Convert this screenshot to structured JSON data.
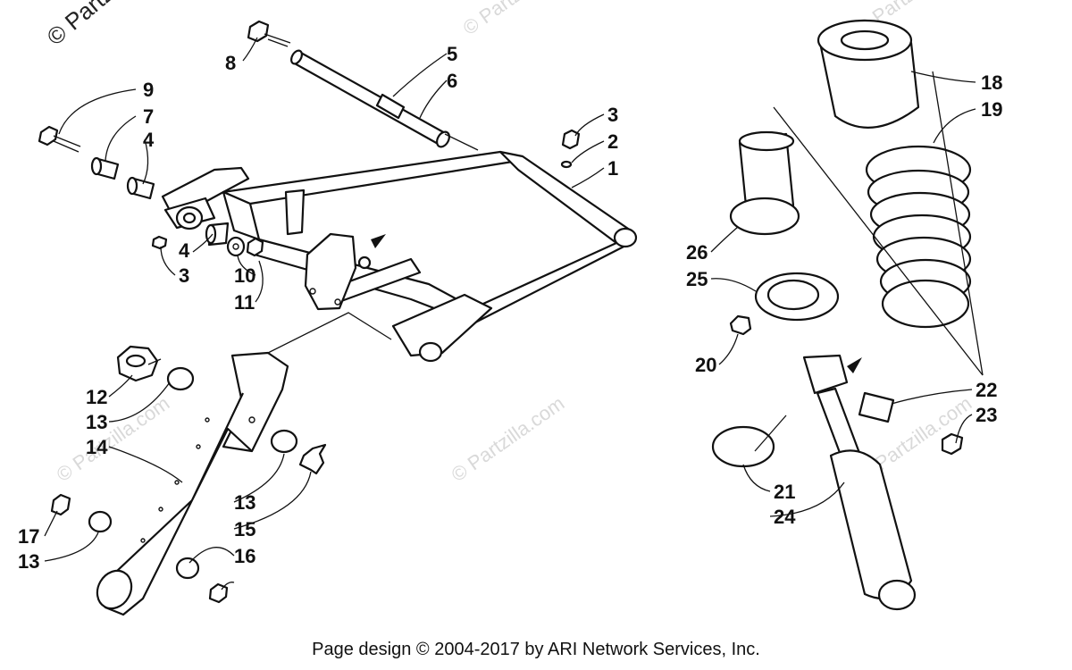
{
  "watermark": {
    "corner_text": "© Partzilla",
    "tiled_text": "© Partzilla.com"
  },
  "footer": {
    "text": "Page design © 2004-2017 by ARI Network Services, Inc."
  },
  "callouts": [
    {
      "id": "c8",
      "text": "8"
    },
    {
      "id": "c5",
      "text": "5"
    },
    {
      "id": "c6",
      "text": "6"
    },
    {
      "id": "c9",
      "text": "9"
    },
    {
      "id": "c7",
      "text": "7"
    },
    {
      "id": "c4a",
      "text": "4"
    },
    {
      "id": "c3a",
      "text": "3"
    },
    {
      "id": "c2",
      "text": "2"
    },
    {
      "id": "c1",
      "text": "1"
    },
    {
      "id": "c4b",
      "text": "4"
    },
    {
      "id": "c3b",
      "text": "3"
    },
    {
      "id": "c10",
      "text": "10"
    },
    {
      "id": "c11",
      "text": "11"
    },
    {
      "id": "c12",
      "text": "12"
    },
    {
      "id": "c13a",
      "text": "13"
    },
    {
      "id": "c14",
      "text": "14"
    },
    {
      "id": "c13b",
      "text": "13"
    },
    {
      "id": "c15",
      "text": "15"
    },
    {
      "id": "c17",
      "text": "17"
    },
    {
      "id": "c13c",
      "text": "13"
    },
    {
      "id": "c16",
      "text": "16"
    },
    {
      "id": "c18",
      "text": "18"
    },
    {
      "id": "c19",
      "text": "19"
    },
    {
      "id": "c26",
      "text": "26"
    },
    {
      "id": "c25",
      "text": "25"
    },
    {
      "id": "c20",
      "text": "20"
    },
    {
      "id": "c22",
      "text": "22"
    },
    {
      "id": "c23",
      "text": "23"
    },
    {
      "id": "c21",
      "text": "21"
    },
    {
      "id": "c24",
      "text": "24"
    }
  ]
}
